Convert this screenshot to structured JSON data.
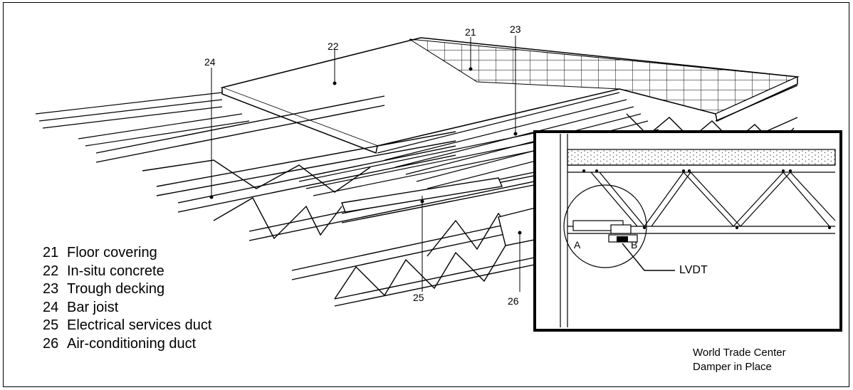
{
  "callouts": {
    "n21": "21",
    "n22": "22",
    "n23": "23",
    "n24": "24",
    "n25": "25",
    "n26": "26"
  },
  "legend": [
    {
      "num": "21",
      "label": "Floor covering"
    },
    {
      "num": "22",
      "label": "In-situ concrete"
    },
    {
      "num": "23",
      "label": "Trough decking"
    },
    {
      "num": "24",
      "label": "Bar joist"
    },
    {
      "num": "25",
      "label": "Electrical services duct"
    },
    {
      "num": "26",
      "label": "Air-conditioning duct"
    }
  ],
  "inset": {
    "sensor_label": "LVDT",
    "point_a": "A",
    "point_b": "B",
    "caption_line1": "World Trade Center",
    "caption_line2": "Damper in Place"
  },
  "colors": {
    "line": "#000000",
    "background": "#ffffff",
    "concrete_dot": "#555555"
  }
}
